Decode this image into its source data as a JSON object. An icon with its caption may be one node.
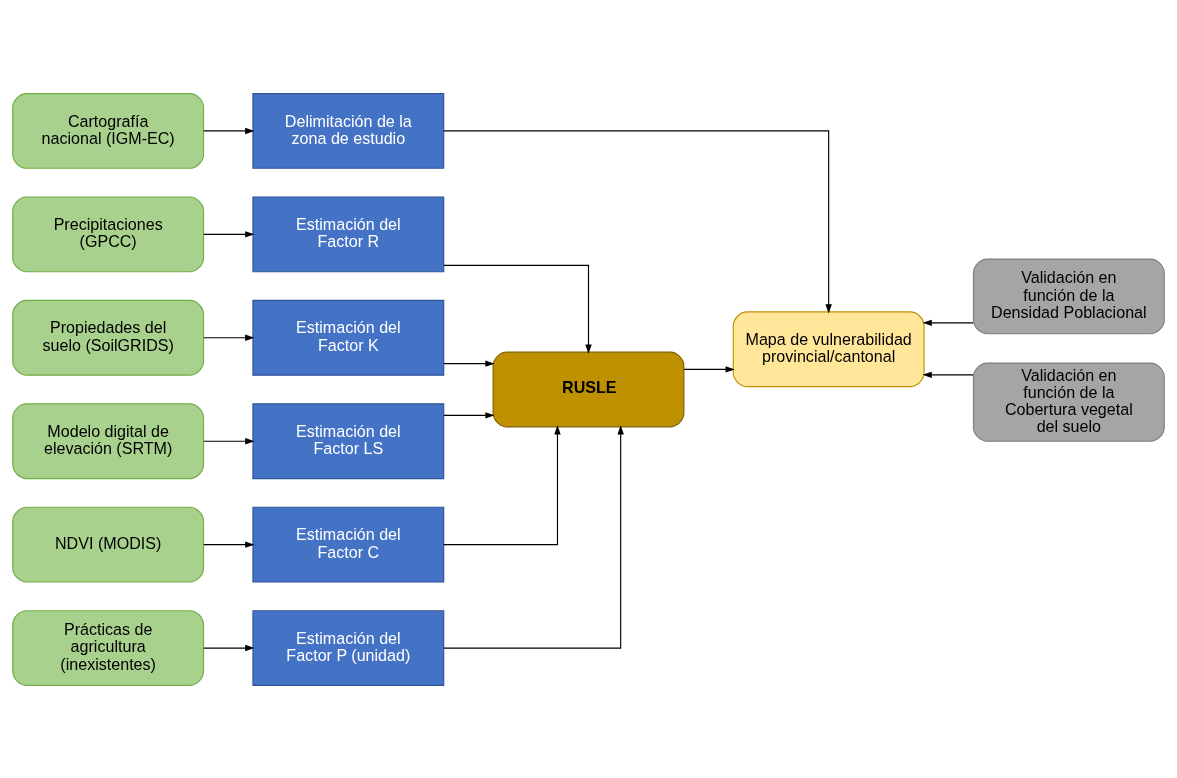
{
  "diagram": {
    "nodes": [
      {
        "text": [
          "Cartografía nacional (IGM-EC)"
        ]
      },
      {
        "text": [
          "Delimitación de la zona de estudio"
        ]
      },
      {
        "text": [
          "Mapa de vulnerabilidad provincial/cantonal"
        ]
      },
      {
        "text": [
          "Validación en función de la Densidad Poblacional"
        ]
      },
      {
        "text": [
          "Precipitaciones (GPCC)"
        ]
      },
      {
        "text": [
          "Estimación del Factor R"
        ]
      },
      {
        "text": [
          "Propiedades del suelo (SoilGRIDS)"
        ]
      },
      {
        "text": [
          "Estimación del Factor K"
        ]
      },
      {
        "text": [
          "Validación en función de la Cobertura vegetal del suelo"
        ]
      },
      {
        "text": [
          "Modelo digital de elevación (SRTM)"
        ]
      },
      {
        "text": [
          "Estimación del Factor LS"
        ]
      },
      {
        "text": [
          "RUSLE"
        ]
      },
      {
        "text": [
          "NDVI (MODIS)"
        ]
      },
      {
        "text": [
          "Estimación del Factor C"
        ]
      },
      {
        "text": [
          "Prácticas de agricultura (inexistentes)"
        ]
      },
      {
        "text": [
          "Estimación del Factor P (unidad)"
        ]
      }
    ],
    "edges": [
      {
        "from": 0,
        "to": 1,
        "arrow": "to"
      },
      {
        "from": 1,
        "to": 2,
        "arrow": "to"
      },
      {
        "from": 3,
        "to": 2,
        "arrow": "to"
      },
      {
        "from": 8,
        "to": 2,
        "arrow": "to"
      },
      {
        "from": 4,
        "to": 5,
        "arrow": "to"
      },
      {
        "from": 6,
        "to": 7,
        "arrow": "to"
      },
      {
        "from": 9,
        "to": 10,
        "arrow": "to"
      },
      {
        "from": 12,
        "to": 13,
        "arrow": "to"
      },
      {
        "from": 14,
        "to": 15,
        "arrow": "to"
      },
      {
        "from": 5,
        "to": 11,
        "arrow": "to"
      },
      {
        "from": 7,
        "to": 11,
        "arrow": "to"
      },
      {
        "from": 10,
        "to": 11,
        "arrow": "to"
      },
      {
        "from": 13,
        "to": 11,
        "arrow": "to"
      },
      {
        "from": 15,
        "to": 11,
        "arrow": "to"
      },
      {
        "from": 11,
        "to": 2,
        "arrow": "to"
      }
    ]
  }
}
